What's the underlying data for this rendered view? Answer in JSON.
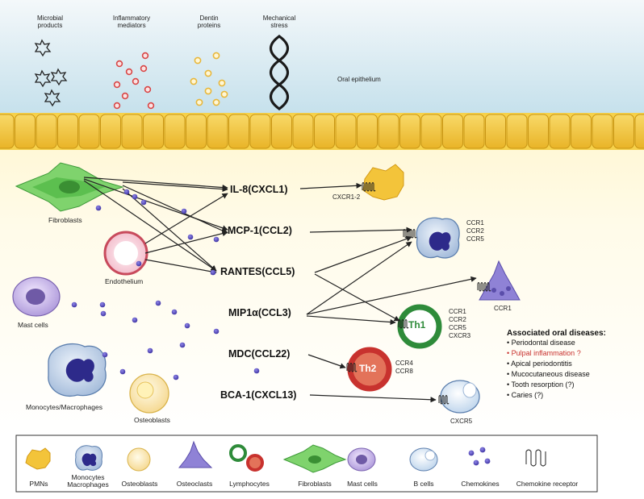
{
  "stimuli": [
    {
      "id": "microbial",
      "label": "Microbial\nproducts"
    },
    {
      "id": "inflammatory",
      "label": "Inflammatory\nmediators"
    },
    {
      "id": "dentin",
      "label": "Dentin\nproteins"
    },
    {
      "id": "mechanical",
      "label": "Mechanical\nstress"
    }
  ],
  "oral_epithelium_label": "Oral epithelium",
  "source_cells": {
    "fibroblasts": "Fibroblasts",
    "endothelium": "Endothelium",
    "mast_cells": "Mast cells",
    "monocytes": "Monocytes/Macrophages",
    "osteoblasts": "Osteoblasts"
  },
  "chemokines": [
    {
      "id": "il8",
      "label": "IL-8(CXCL1)"
    },
    {
      "id": "mcp1",
      "label": "MCP-1(CCL2)"
    },
    {
      "id": "rantes",
      "label": "RANTES(CCL5)"
    },
    {
      "id": "mip1a",
      "label": "MIP1α(CCL3)"
    },
    {
      "id": "mdc",
      "label": "MDC(CCL22)"
    },
    {
      "id": "bca1",
      "label": "BCA-1(CXCL13)"
    }
  ],
  "targets": {
    "pmn_receptor": "CXCR1-2",
    "mono_receptors": "CCR1\nCCR2\nCCR5",
    "osteoclast_receptor": "CCR1",
    "th1_label": "Th1",
    "th1_receptors": "CCR1\nCCR2\nCCR5\nCXCR3",
    "th2_label": "Th2",
    "th2_receptors": "CCR4\nCCR8",
    "bcell_receptor": "CXCR5"
  },
  "diseases": {
    "title": "Associated oral diseases:",
    "items": [
      {
        "text": "Periodontal disease",
        "highlight": false
      },
      {
        "text": "Pulpal inflammation ?",
        "highlight": true
      },
      {
        "text": "Apical periodontitis",
        "highlight": false
      },
      {
        "text": "Mucocutaneous disease",
        "highlight": false
      },
      {
        "text": "Tooth resorption (?)",
        "highlight": false
      },
      {
        "text": "Caries (?)",
        "highlight": false
      }
    ]
  },
  "legend": [
    {
      "id": "pmns",
      "label": "PMNs"
    },
    {
      "id": "monocytes",
      "label": "Monocytes\nMacrophages"
    },
    {
      "id": "osteoblasts",
      "label": "Osteoblasts"
    },
    {
      "id": "osteoclasts",
      "label": "Osteoclasts"
    },
    {
      "id": "lymphocytes",
      "label": "Lymphocytes"
    },
    {
      "id": "fibroblasts",
      "label": "Fibroblasts"
    },
    {
      "id": "mastcells",
      "label": "Mast cells"
    },
    {
      "id": "bcells",
      "label": "B cells"
    },
    {
      "id": "chemokines",
      "label": "Chemokines"
    },
    {
      "id": "receptor",
      "label": "Chemokine receptor"
    }
  ],
  "colors": {
    "chemokine_dot": "#4b3fb5",
    "th1_ring": "#2e8b3a",
    "th2_ring": "#c8322e",
    "epithelium": "#f2c63a",
    "highlight_text": "#c8322e"
  }
}
